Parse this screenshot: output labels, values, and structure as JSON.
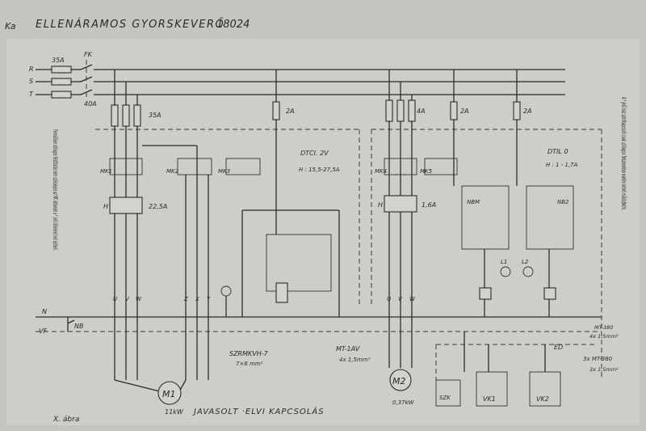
{
  "header": {
    "logo_mark": "Ka",
    "title": "ELLENÁRAMOS GYORSKEVERŐ",
    "number": "18024"
  },
  "supply": {
    "phases": [
      "R",
      "S",
      "T"
    ],
    "main_fuse": "35A",
    "switch": "FK",
    "switch_rating": "40A",
    "neutral": "N",
    "ground": "VF",
    "nb": "NB"
  },
  "motor1": {
    "fuse": "35A",
    "contactors": [
      "MK1",
      "MK2",
      "MK3"
    ],
    "thermal": "H",
    "thermal_setting": "22,5A",
    "label": "M1",
    "power": "11kW",
    "cable": "SZRMKVH-7",
    "cable_section": "7×6 mm²",
    "terminals": [
      "U",
      "V",
      "W",
      "Z",
      "X",
      "Y"
    ]
  },
  "unit1": {
    "fuse": "2A",
    "title": "DTCI. 2V",
    "range": "H : 15,5-27,5A"
  },
  "motor2": {
    "fuse": "4A",
    "contactors": [
      "MK4",
      "MK5"
    ],
    "thermal": "H",
    "thermal_setting": "1,6A",
    "label": "M2",
    "power": "0,37kW",
    "cable": "MT-1AV",
    "cable_section": "4x 1,5mm²",
    "terminals": [
      "U",
      "V",
      "W"
    ]
  },
  "unit2": {
    "fuse_a": "2A",
    "fuse_b": "2A",
    "title": "DTIL 0",
    "range": "H : 1 - 1,7A",
    "relays": [
      "NBM",
      "NB2"
    ],
    "lamps": [
      "L1",
      "L2"
    ]
  },
  "right_cable": {
    "cable": "3x MT-380",
    "section": "3x 1,5mm²",
    "top_cable": "MT-380",
    "top_section": "4x 1,5mm²",
    "ed": "ED"
  },
  "switches": [
    "SZK",
    "VK1",
    "VK2"
  ],
  "notes": {
    "left": "Fennállóan utólagos feldíttatás nem szükséges az MK ábbanán a * jelű tételeket kell építeni.",
    "right": "A * jelű ház szintkapcsoló csak utólagos felszerelése esetén lehet működtetni."
  },
  "footer": {
    "figure": "X. ábra",
    "caption": "JAVASOLT ·ELVI KAPCSOLÁS"
  },
  "colors": {
    "paper": "#c9c7c4",
    "ink": "#2b2b2b"
  }
}
